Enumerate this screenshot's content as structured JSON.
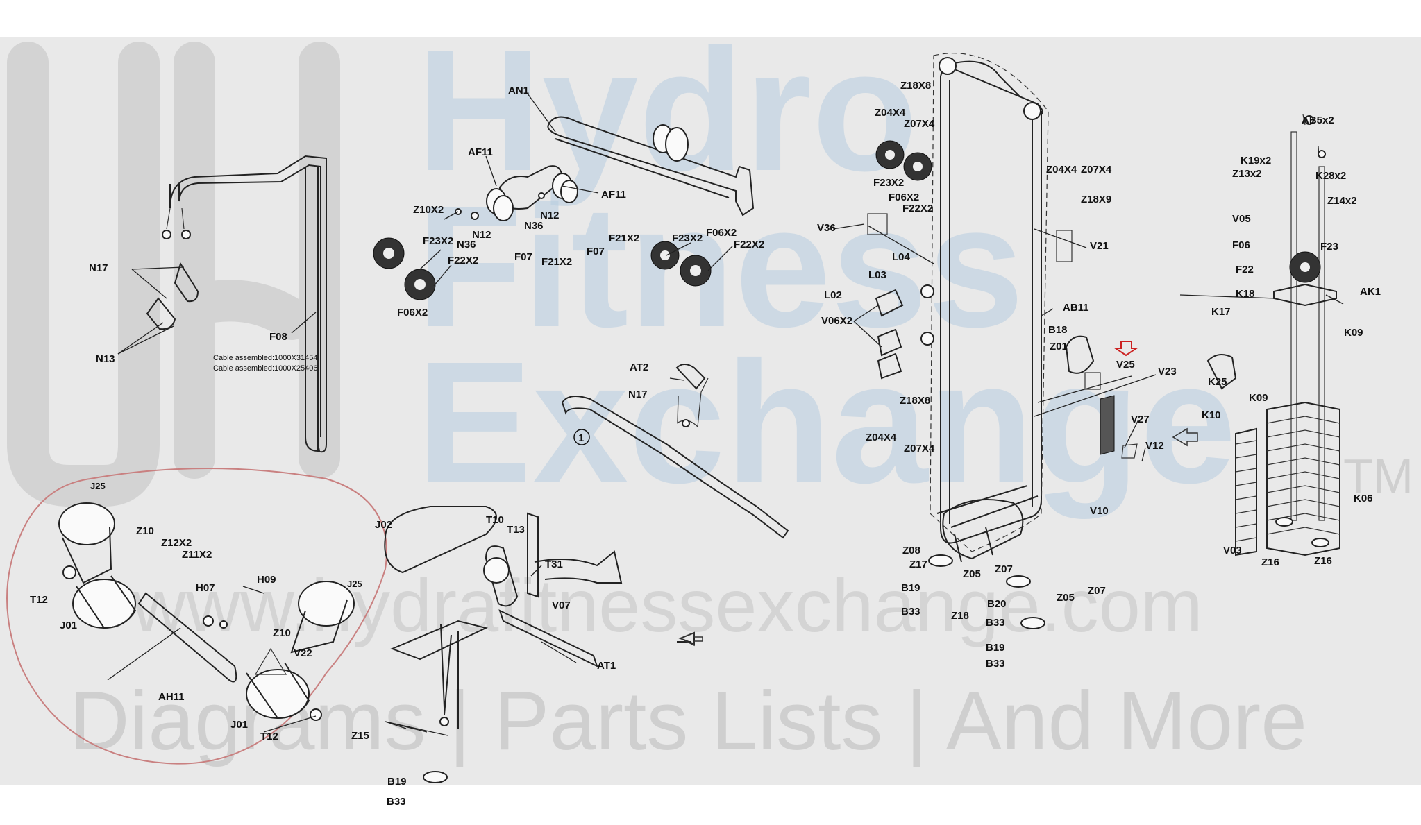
{
  "watermark": {
    "line1": "Hydro",
    "line2": "Fitness",
    "line3": "Exchange",
    "tm": "TM",
    "url": "www.hydrafitnessexchange.com",
    "tagline": "Diagrams | Parts Lists | And More"
  },
  "cable_notes": {
    "line1": "Cable  assembled:1000X31454",
    "line2": "Cable  assembled:1000X25406"
  },
  "colors": {
    "background": "#e9e9e9",
    "highlight_outline": "#c98080",
    "highlight_arrow": "#cc2222",
    "watermark_blue": "#b7cde0"
  },
  "labels": {
    "n17_a": "N17",
    "n13": "N13",
    "f08": "F08",
    "an1": "AN1",
    "af11_a": "AF11",
    "af11_b": "AF11",
    "z10x2": "Z10X2",
    "n36_a": "N36",
    "n12_a": "N12",
    "n36_b": "N36",
    "n12_b": "N12",
    "f07_a": "F07",
    "f21x2_a": "F21X2",
    "f07_b": "F07",
    "f21x2_b": "F21X2",
    "f23x2_a": "F23X2",
    "f22x2_a": "F22X2",
    "f06x2_a": "F06X2",
    "f23x2_b": "F23X2",
    "f06x2_b": "F06X2",
    "f22x2_b": "F22X2",
    "at2": "AT2",
    "n17_b": "N17",
    "circle1": "1",
    "j25_a": "J25",
    "z10_a": "Z10",
    "z12x2": "Z12X2",
    "z11x2": "Z11X2",
    "h09": "H09",
    "h07": "H07",
    "t12_a": "T12",
    "j01_a": "J01",
    "z10_b": "Z10",
    "j25_b": "J25",
    "v22": "V22",
    "ah11": "AH11",
    "j01_b": "J01",
    "t12_b": "T12",
    "j02": "J02",
    "t10": "T10",
    "t13": "T13",
    "t31": "T31",
    "v07": "V07",
    "at1": "AT1",
    "z15": "Z15",
    "b19_a": "B19",
    "b33_a": "B33",
    "z18x8_a": "Z18X8",
    "z04x4_a": "Z04X4",
    "z07x4_a": "Z07X4",
    "f23x2_c": "F23X2",
    "f06x2_c": "F06X2",
    "f22x2_c": "F22X2",
    "z04x4_b": "Z04X4",
    "z07x4_b": "Z07X4",
    "z18x9": "Z18X9",
    "v36": "V36",
    "v21": "V21",
    "l04": "L04",
    "l03": "L03",
    "l02": "L02",
    "v06x2": "V06X2",
    "ab11": "AB11",
    "b18": "B18",
    "z01": "Z01",
    "v25": "V25",
    "v23": "V23",
    "z18x8_b": "Z18X8",
    "z04x4_c": "Z04X4",
    "z07x4_c": "Z07X4",
    "v27": "V27",
    "v12": "V12",
    "v10": "V10",
    "z08": "Z08",
    "z17": "Z17",
    "z05_a": "Z05",
    "z07_a": "Z07",
    "b19_b": "B19",
    "b33_b": "B33",
    "z18": "Z18",
    "b20": "B20",
    "b33_c": "B33",
    "z05_b": "Z05",
    "z07_b": "Z07",
    "b19_c": "B19",
    "b33_d": "B33",
    "ab5x2": "AB5x2",
    "k19x2": "K19x2",
    "z13x2": "Z13x2",
    "k28x2": "K28x2",
    "z14x2": "Z14x2",
    "v05": "V05",
    "f06_r": "F06",
    "f23_r": "F23",
    "f22_r": "F22",
    "ak1": "AK1",
    "k18": "K18",
    "k17": "K17",
    "k09_a": "K09",
    "k25": "K25",
    "k09_b": "K09",
    "k10": "K10",
    "k06": "K06",
    "v03": "V03",
    "z16_a": "Z16",
    "z16_b": "Z16"
  }
}
